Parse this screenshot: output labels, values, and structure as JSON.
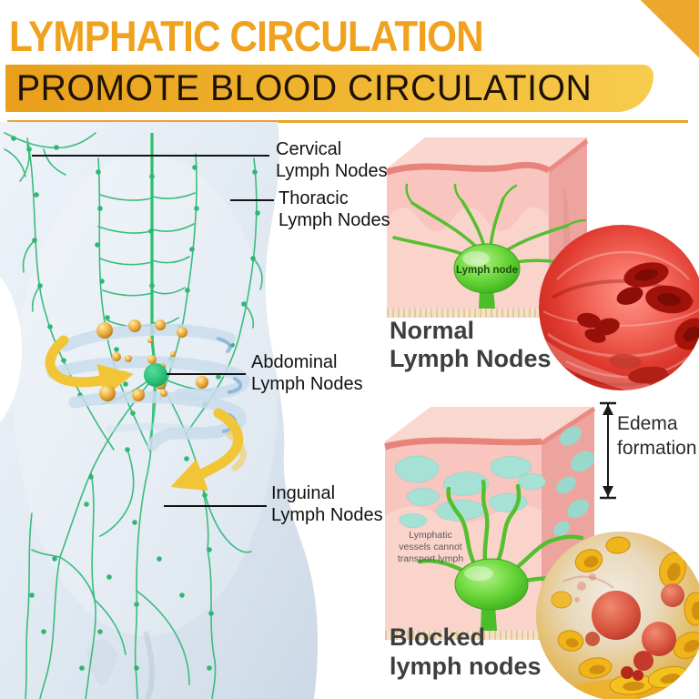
{
  "header": {
    "title": "LYMPHATIC CIRCULATION",
    "subtitle": "PROMOTE BLOOD CIRCULATION",
    "title_color": "#f0a21f",
    "banner_gradient_left": "#e89f1b",
    "banner_gradient_right": "#f7cc4e",
    "corner_color": "#eda72c",
    "underline_color": "#e9a62b"
  },
  "anatomy_labels": [
    {
      "name": "Cervical",
      "line2": "Lymph Nodes"
    },
    {
      "name": "Thoracic",
      "line2": "Lymph Nodes"
    },
    {
      "name": "Abdominal",
      "line2": "Lymph Nodes"
    },
    {
      "name": "Inguinal",
      "line2": "Lymph Nodes"
    }
  ],
  "panels": {
    "normal": {
      "node_label": "Lymph node",
      "caption_line1": "Normal",
      "caption_line2": "Lymph Nodes"
    },
    "blocked": {
      "annotation_line1": "Lymphatic",
      "annotation_line2": "vessels cannot",
      "annotation_line3": "transport lymph",
      "edema_line1": "Edema",
      "edema_line2": "formation",
      "caption_line1": "Blocked",
      "caption_line2": "lymph nodes"
    }
  },
  "colors": {
    "lymph_vessel_green": "#3abc7e",
    "lymph_node_green": "#4fc32d",
    "skin_pink": "#f8c6bf",
    "edema_teal": "#a6e1d6",
    "gold_particle": "#e8a93c",
    "flow_arrow_yellow": "#f1c535",
    "blood_red": "#c8231a"
  }
}
